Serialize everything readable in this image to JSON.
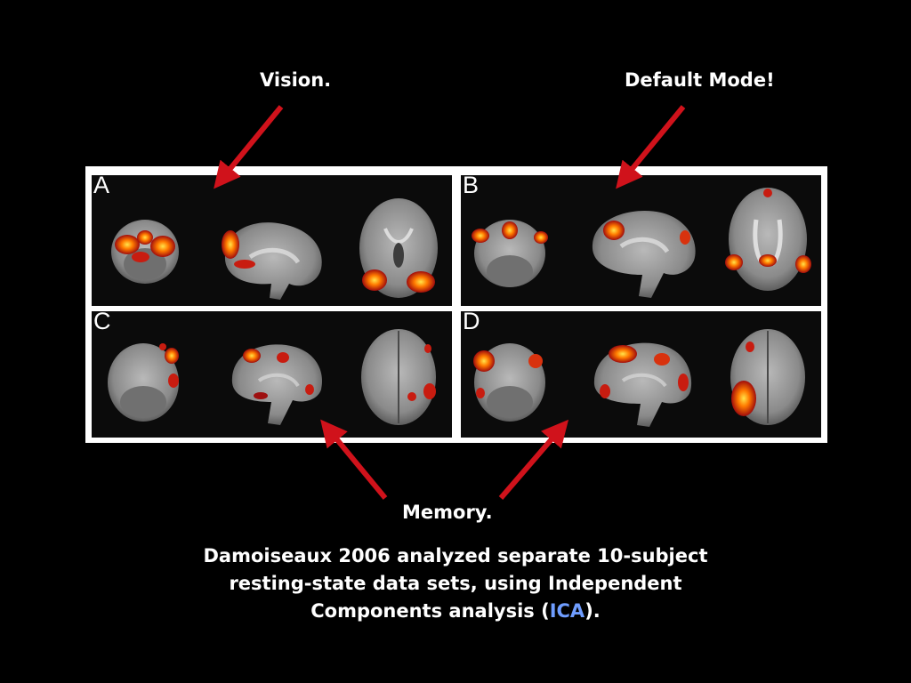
{
  "labels": {
    "vision": "Vision.",
    "default_mode": "Default Mode!",
    "memory": "Memory."
  },
  "panels": {
    "a": "A",
    "b": "B",
    "c": "C",
    "d": "D"
  },
  "caption": {
    "line1": "Damoiseaux 2006 analyzed separate 10-subject",
    "line2": "resting-state data sets, using Independent",
    "line3_prefix": "Components analysis (",
    "line3_link": "ICA",
    "line3_suffix": ")."
  },
  "colors": {
    "background": "#000000",
    "arrow": "#d0121b",
    "link": "#6f9dff",
    "activation_hot": "#ffd23a",
    "activation_mid": "#ff6a00",
    "activation_low": "#a40f0f"
  }
}
